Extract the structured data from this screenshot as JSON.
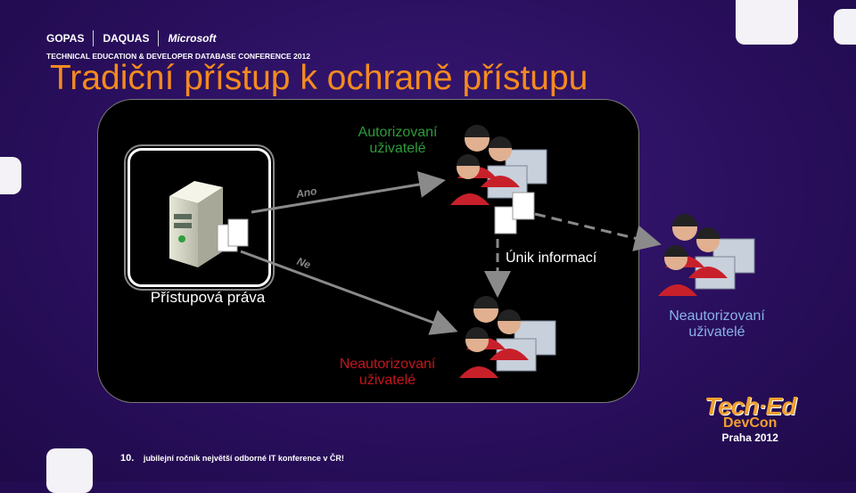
{
  "header": {
    "logos": [
      "GOPAS",
      "DAQUAS",
      "Microsoft"
    ],
    "subtitle": "TECHNICAL EDUCATION & DEVELOPER DATABASE CONFERENCE 2012"
  },
  "slide": {
    "title": "Tradiční přístup k ochraně přístupu"
  },
  "diagram": {
    "server_caption": "Přístupová práva",
    "authorized_label_line1": "Autorizovaní",
    "authorized_label_line2": "uživatelé",
    "unauth_inside_line1": "Neautorizovaní",
    "unauth_inside_line2": "uživatelé",
    "unauth_outside_line1": "Neautorizovaní",
    "unauth_outside_line2": "uživatelé",
    "leak_label": "Únik informací",
    "arrow_yes": "Ano",
    "arrow_no": "Ne"
  },
  "footer": {
    "number": "10.",
    "text": "jubilejní ročník největší odborné IT konference v ČR!"
  },
  "brand": {
    "line1": "Tech·Ed",
    "line2": "DevCon",
    "line3": "Praha 2012"
  },
  "colors": {
    "background": "#2a0f5e",
    "title": "#f58a1f",
    "authorized": "#2d9b3a",
    "unauthorized": "#c0171c",
    "unauthorized_outside": "#8ab0e8"
  }
}
